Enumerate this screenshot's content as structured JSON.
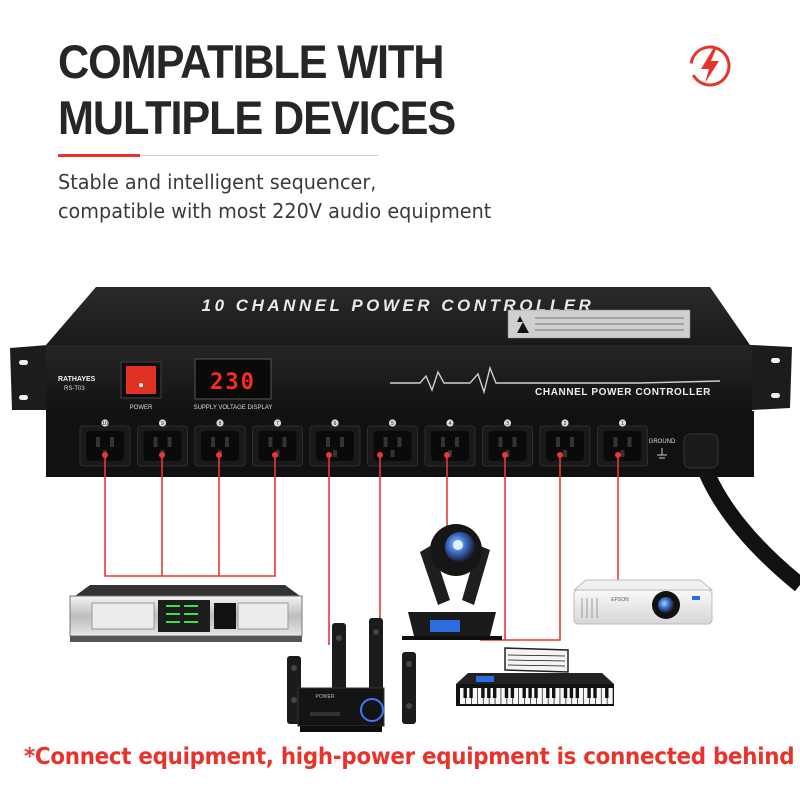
{
  "headline": {
    "line1": "COMPATIBLE WITH",
    "line2": "MULTIPLE DEVICES"
  },
  "subtitle": {
    "line1": "Stable and intelligent sequencer,",
    "line2": "compatible with most 220V audio equipment"
  },
  "icons": {
    "bolt": "lightning-bolt-icon"
  },
  "device": {
    "top_title": "10 CHANNEL POWER CONTROLLER",
    "brand": "RATHAYES",
    "model": "RS-T03",
    "power_label": "POWER",
    "display_value": "230",
    "display_label": "SUPPLY VOLTAGE DISPLAY",
    "panel_label": "CHANNEL POWER CONTROLLER",
    "ground_label": "GROUND",
    "outlet_numbers": [
      "10",
      "9",
      "8",
      "7",
      "6",
      "5",
      "4",
      "3",
      "2",
      "1"
    ]
  },
  "equipment": {
    "projector_brand": "EPSON",
    "speaker_panel": "POWER"
  },
  "footnote": "*Connect equipment, high-power equipment is connected behind",
  "colors": {
    "accent_red": "#e8332b",
    "headline_text": "#262626",
    "device_body": "#1c1c1c",
    "display_red": "#ff2a1a",
    "connection_line": "#e53935"
  }
}
